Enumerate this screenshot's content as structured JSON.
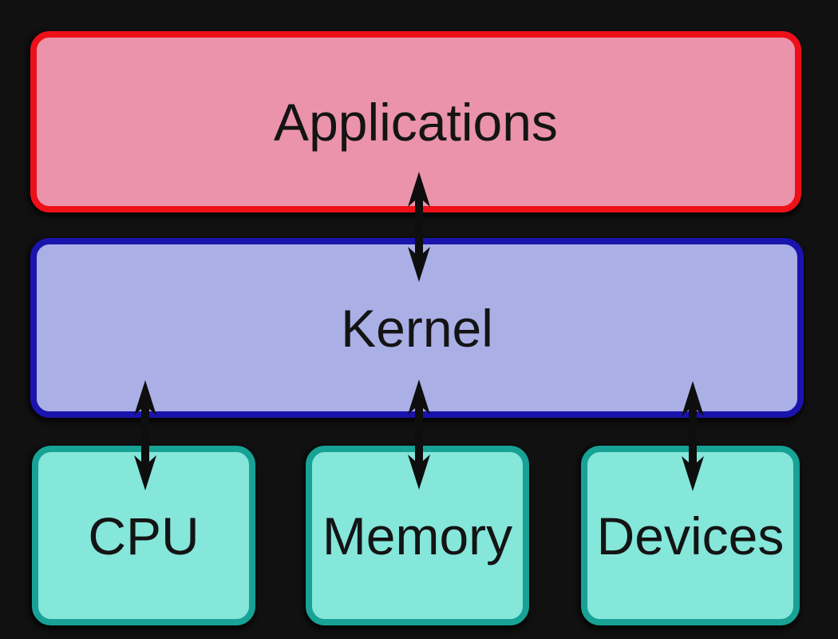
{
  "diagram": {
    "nodes": {
      "applications": {
        "label": "Applications",
        "fill": "#ea93aa",
        "border": "#ee1018"
      },
      "kernel": {
        "label": "Kernel",
        "fill": "#aab0e6",
        "border": "#1b13ad"
      },
      "cpu": {
        "label": "CPU",
        "fill": "#85e6da",
        "border": "#17a295"
      },
      "memory": {
        "label": "Memory",
        "fill": "#85e6da",
        "border": "#17a295"
      },
      "devices": {
        "label": "Devices",
        "fill": "#85e6da",
        "border": "#17a295"
      }
    },
    "edges": [
      {
        "from": "Applications",
        "to": "Kernel",
        "bidirectional": true
      },
      {
        "from": "Kernel",
        "to": "CPU",
        "bidirectional": true
      },
      {
        "from": "Kernel",
        "to": "Memory",
        "bidirectional": true
      },
      {
        "from": "Kernel",
        "to": "Devices",
        "bidirectional": true
      }
    ],
    "colors": {
      "background": "#111111",
      "arrow": "#0e0e0e",
      "text": "#141414"
    }
  }
}
